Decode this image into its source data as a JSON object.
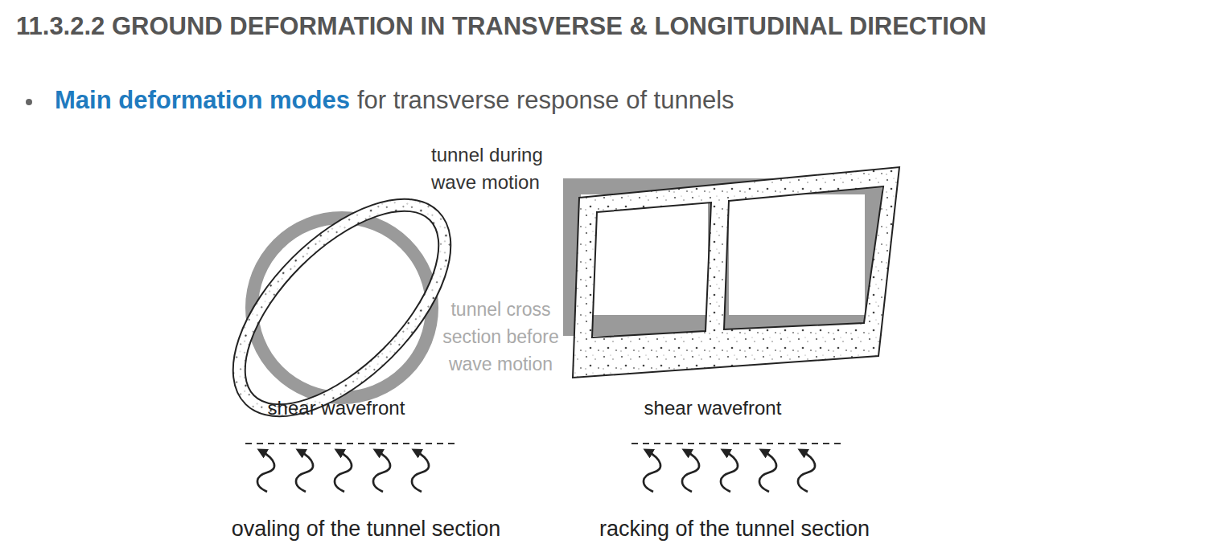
{
  "diagram": {
    "title": "11.3.2.2 GROUND DEFORMATION IN TRANSVERSE & LONGITUDINAL DIRECTION",
    "labels": [
      "Main deformation modes",
      "for transverse response of tunnels",
      "tunnel during wave motion",
      "tunnel cross section before wave motion",
      "shear wavefront",
      "shear wavefront",
      "ovaling of the tunnel section",
      "racking of the tunnel section"
    ]
  }
}
